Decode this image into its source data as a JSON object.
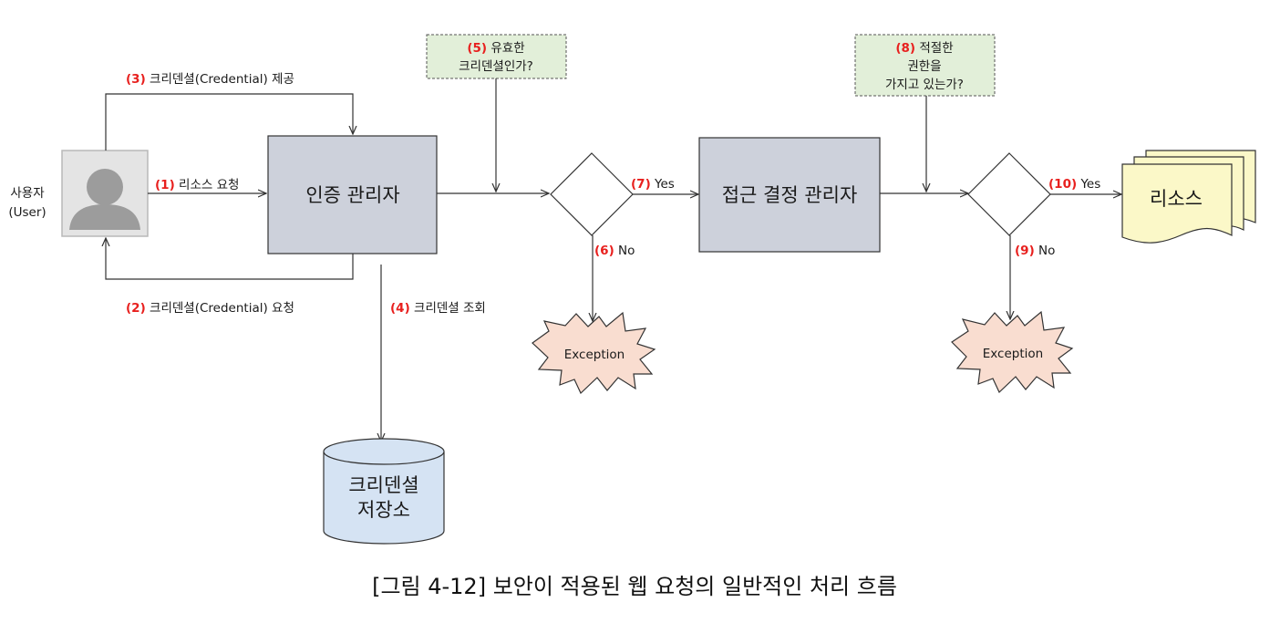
{
  "user": {
    "label_line1": "사용자",
    "label_line2": "(User)"
  },
  "auth_manager": {
    "label": "인증 관리자"
  },
  "access_manager": {
    "label": "접근 결정 관리자"
  },
  "credential_store": {
    "label_line1": "크리덴셜",
    "label_line2": "저장소"
  },
  "resource": {
    "label": "리소스"
  },
  "steps": {
    "s1": {
      "num": "(1)",
      "text": "리소스 요청"
    },
    "s2": {
      "num": "(2)",
      "text": "크리덴셜(Credential) 요청"
    },
    "s3": {
      "num": "(3)",
      "text": "크리덴셜(Credential) 제공"
    },
    "s4": {
      "num": "(4)",
      "text": "크리덴셜 조회"
    },
    "s5": {
      "num": "(5)",
      "text_line1": "유효한",
      "text_line2": "크리덴셜인가?"
    },
    "s6": {
      "num": "(6)",
      "text": "No"
    },
    "s7": {
      "num": "(7)",
      "text": "Yes"
    },
    "s8": {
      "num": "(8)",
      "text_line1": "적절한",
      "text_line2": "권한을",
      "text_line3": "가지고 있는가?"
    },
    "s9": {
      "num": "(9)",
      "text": "No"
    },
    "s10": {
      "num": "(10)",
      "text": "Yes"
    }
  },
  "exception_label": "Exception",
  "caption": "[그림 4-12] 보안이 적용된 웹 요청의 일반적인 처리 흐름",
  "colors": {
    "box_fill": "#cdd1db",
    "note_fill": "#e2efd9",
    "cylinder_fill": "#d5e3f3",
    "resource_fill": "#fbf8c8",
    "exception_fill": "#f9ddd0",
    "step_number": "#e8201e"
  }
}
